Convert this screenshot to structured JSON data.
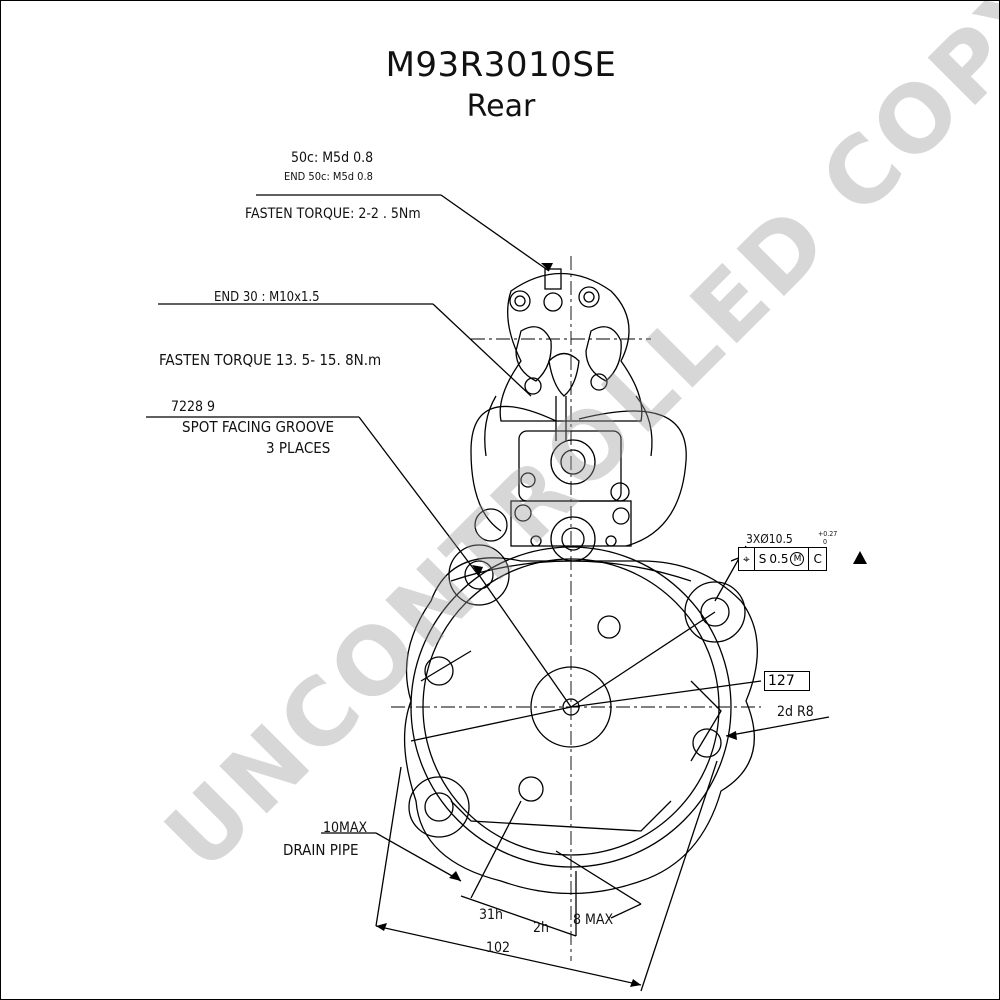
{
  "title": {
    "part_number": "M93R3010SE",
    "view": "Rear"
  },
  "watermark": "UNCONTROLLED COPY",
  "annotations": {
    "terminal_50c": "50c:  M5d  0.8",
    "terminal_end_50c": "END 50c:   M5d  0.8",
    "fasten_torque_small": "FASTEN TORQUE: 2-2 . 5Nm",
    "terminal_end_30": "END 30 : M10x1.5",
    "fasten_torque_large": "FASTEN TORQUE 13. 5- 15. 8N.m",
    "spot_facing_number": "7228  9",
    "spot_facing_groove": "SPOT FACING GROOVE",
    "three_places": "3  PLACES",
    "hole_spec": "3XØ10.5",
    "hole_tol_upper": "+0.27",
    "hole_tol_lower": "0",
    "dim_127": "127",
    "dim_r8": "2d  R8",
    "drain_max": "10MAX",
    "drain_pipe": "DRAIN  PIPE",
    "dim_31h": "31h",
    "dim_2h": "2h",
    "dim_8max": "8  MAX",
    "dim_102": "102"
  },
  "fcf": {
    "position_symbol": "⌖",
    "tolerance": "0.5",
    "diameter_prefix": "S",
    "modifier": "M",
    "datum": "C"
  },
  "colors": {
    "line": "#000000",
    "watermark": "#969696"
  }
}
